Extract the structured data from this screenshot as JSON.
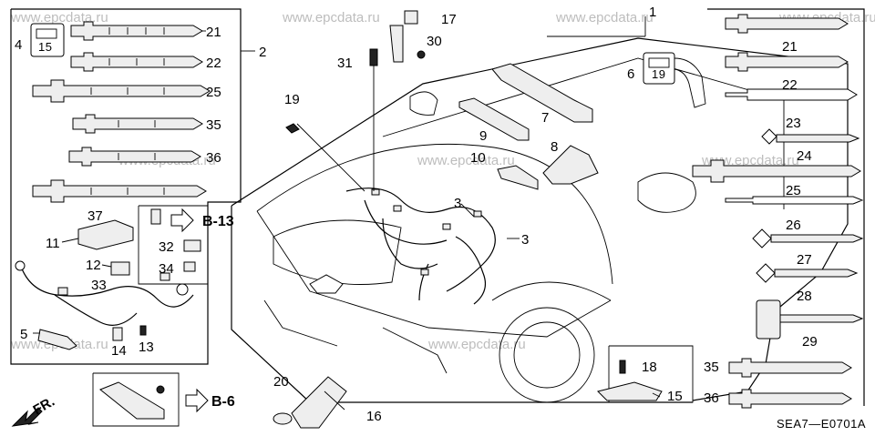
{
  "watermark": "www.epcdata.ru",
  "diagram_code": "SEA7—E0701A",
  "front_marker": "FR.",
  "refs": {
    "b13": "B-13",
    "b6": "B-6"
  },
  "callouts": {
    "c1": "1",
    "c2": "2",
    "c3a": "3",
    "c3b": "3",
    "c4": "4",
    "c5": "5",
    "c6": "6",
    "c7": "7",
    "c8": "8",
    "c9": "9",
    "c10": "10",
    "c11": "11",
    "c12": "12",
    "c13": "13",
    "c14": "14",
    "c15": "15",
    "c16": "16",
    "c17": "17",
    "c18": "18",
    "c19": "19",
    "c20": "20",
    "c21a": "21",
    "c21b": "21",
    "c22a": "22",
    "c22b": "22",
    "c23": "23",
    "c24": "24",
    "c25a": "25",
    "c25b": "25",
    "c26": "26",
    "c27": "27",
    "c28": "28",
    "c29": "29",
    "c30": "30",
    "c31": "31",
    "c32": "32",
    "c33": "33",
    "c34": "34",
    "c35a": "35",
    "c35b": "35",
    "c36a": "36",
    "c36b": "36",
    "c37": "37"
  },
  "fuse_labels": {
    "f15": "15",
    "f19": "19"
  }
}
